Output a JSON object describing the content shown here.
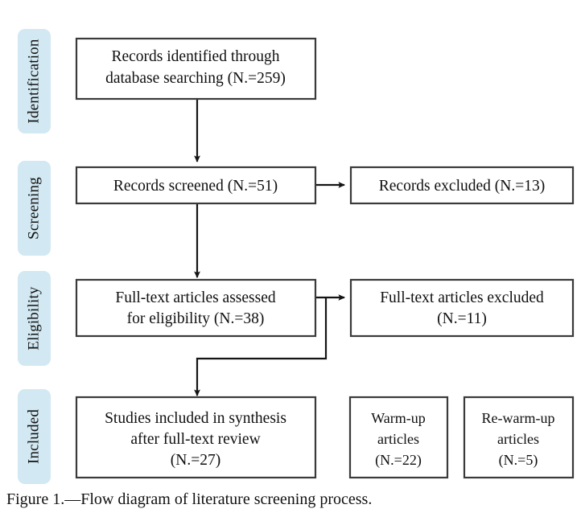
{
  "figure": {
    "caption": "Figure 1.—Flow diagram of literature screening process.",
    "background_color": "#ffffff",
    "box_border_color": "#3a3a3a",
    "pill_color": "#d2e8f2",
    "text_color": "#101010"
  },
  "stages": [
    {
      "label": "Identification"
    },
    {
      "label": "Screening"
    },
    {
      "label": "Eligibility"
    },
    {
      "label": "Included"
    }
  ],
  "boxes": {
    "identification": {
      "lines": [
        "Records identified through",
        "database searching (N.=259)"
      ]
    },
    "screened": {
      "lines": [
        "Records screened (N.=51)"
      ]
    },
    "records_excluded": {
      "lines": [
        "Records excluded (N.=13)"
      ]
    },
    "fulltext_assessed": {
      "lines": [
        "Full-text articles assessed",
        "for eligibility (N.=38)"
      ]
    },
    "fulltext_excluded": {
      "lines": [
        "Full-text articles excluded",
        "(N.=11)"
      ]
    },
    "included_studies": {
      "lines": [
        "Studies included in synthesis",
        "after full-text review",
        "(N.=27)"
      ]
    },
    "warmup": {
      "lines": [
        "Warm-up",
        "articles",
        "(N.=22)"
      ]
    },
    "rewarmup": {
      "lines": [
        "Re-warm-up",
        "articles",
        "(N.=5)"
      ]
    }
  },
  "chart_data": {
    "type": "diagram",
    "title": "PRISMA-style literature screening flow diagram",
    "stages": [
      "Identification",
      "Screening",
      "Eligibility",
      "Included"
    ],
    "nodes": [
      {
        "id": "identification",
        "stage": "Identification",
        "label": "Records identified through database searching (N.=259)",
        "count": 259
      },
      {
        "id": "screened",
        "stage": "Screening",
        "label": "Records screened (N.=51)",
        "count": 51
      },
      {
        "id": "records_excluded",
        "stage": "Screening",
        "label": "Records excluded (N.=13)",
        "count": 13
      },
      {
        "id": "fulltext_assessed",
        "stage": "Eligibility",
        "label": "Full-text articles assessed for eligibility (N.=38)",
        "count": 38
      },
      {
        "id": "fulltext_excluded",
        "stage": "Eligibility",
        "label": "Full-text articles excluded (N.=11)",
        "count": 11
      },
      {
        "id": "included_studies",
        "stage": "Included",
        "label": "Studies included in synthesis after full-text review (N.=27)",
        "count": 27
      },
      {
        "id": "warmup",
        "stage": "Included",
        "label": "Warm-up articles (N.=22)",
        "count": 22
      },
      {
        "id": "rewarmup",
        "stage": "Included",
        "label": "Re-warm-up articles (N.=5)",
        "count": 5
      }
    ],
    "edges": [
      {
        "from": "identification",
        "to": "screened"
      },
      {
        "from": "screened",
        "to": "records_excluded"
      },
      {
        "from": "screened",
        "to": "fulltext_assessed"
      },
      {
        "from": "fulltext_assessed",
        "to": "fulltext_excluded"
      },
      {
        "from": "fulltext_assessed",
        "to": "included_studies"
      }
    ]
  }
}
